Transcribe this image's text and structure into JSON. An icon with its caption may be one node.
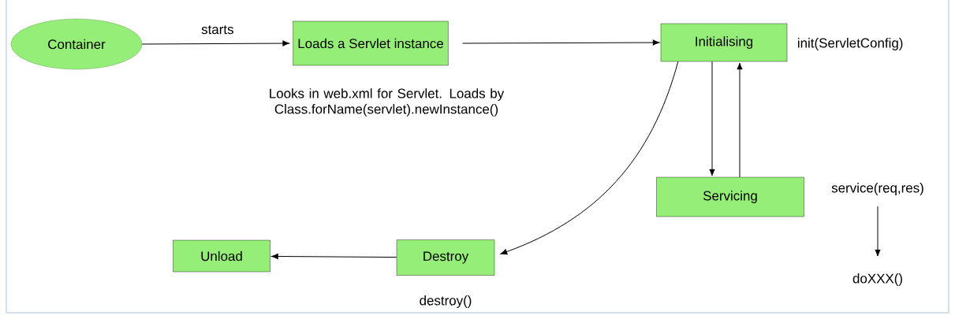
{
  "diagram": {
    "nodes": [
      {
        "text": [
          "Container"
        ]
      },
      {
        "text": [
          "Loads a Servlet instance"
        ]
      },
      {
        "text": [
          "Initialising"
        ],
        "beside": [
          "init(ServletConfig)"
        ]
      },
      {
        "text": [
          "Servicing"
        ]
      },
      {
        "text": [
          "Destroy"
        ],
        "beside": [
          "destroy()"
        ]
      },
      {
        "text": [
          "Unload"
        ]
      },
      {
        "text": [
          "service(req,res)"
        ]
      },
      {
        "text": [
          "doXXX()"
        ]
      }
    ],
    "edges": [
      {
        "from": 0,
        "to": 1,
        "arrow": "to",
        "label": "starts"
      },
      {
        "from": 1,
        "to": 2,
        "arrow": "to"
      },
      {
        "from": 2,
        "to": 3,
        "arrow": "to"
      },
      {
        "from": 3,
        "to": 2,
        "arrow": "to"
      },
      {
        "from": 2,
        "to": 4,
        "arrow": "to"
      },
      {
        "from": 4,
        "to": 5,
        "arrow": "to"
      },
      {
        "from": 6,
        "to": 7,
        "arrow": "to"
      }
    ],
    "labels": [
      "Looks in web.xml for Servlet. Loads by Class.forName(servlet).newInstance()"
    ]
  }
}
